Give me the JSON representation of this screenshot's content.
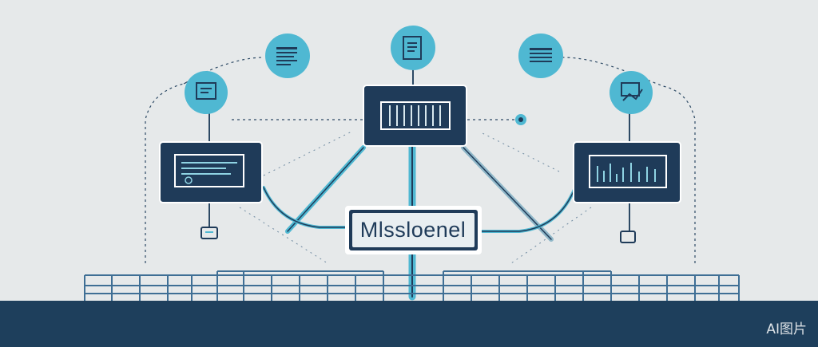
{
  "diagram": {
    "center_node": {
      "label": "Mlssloenel"
    },
    "watermark": "AI图片",
    "colors": {
      "background": "#e6e9ea",
      "node_dark": "#1f3b59",
      "accent_blue": "#4fb8d2",
      "accent_light": "#8fd3e3",
      "base_bar": "#1e3f5c"
    },
    "icons": [
      "document-icon-left",
      "list-icon-top-left",
      "document-icon-top",
      "list-icon-top-right",
      "chart-icon-right",
      "small-node-icon",
      "bracket-icon-left",
      "bracket-icon-right"
    ]
  }
}
